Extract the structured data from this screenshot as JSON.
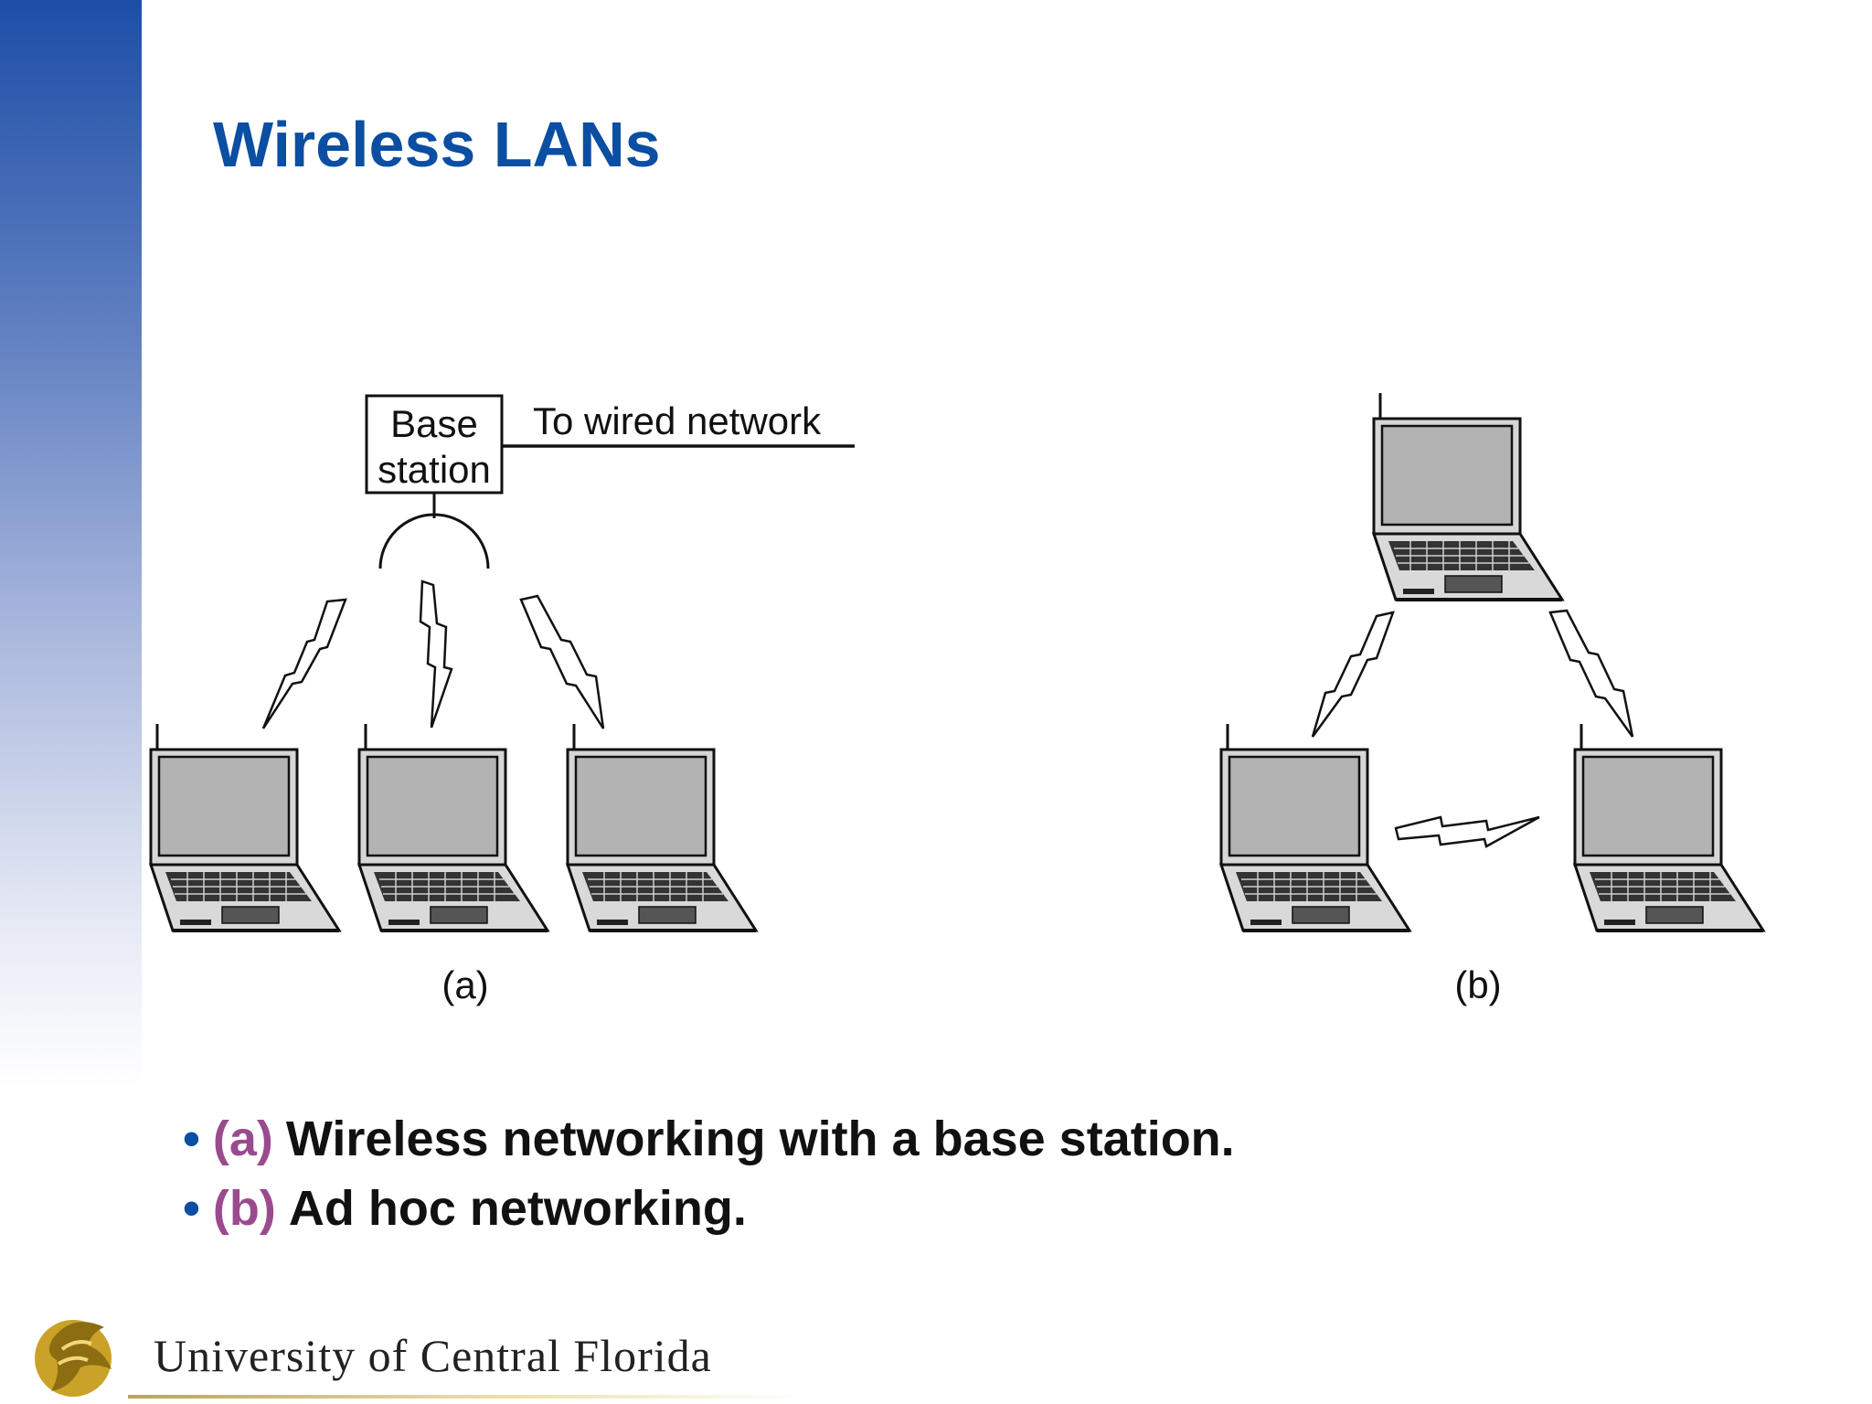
{
  "slide": {
    "title": "Wireless LANs"
  },
  "diagram": {
    "base_station_line1": "Base",
    "base_station_line2": "station",
    "wired_label": "To wired network",
    "caption_a": "(a)",
    "caption_b": "(b)"
  },
  "bullets": [
    {
      "tag": "(a)",
      "text": "Wireless networking with a base station."
    },
    {
      "tag": "(b)",
      "text": "Ad hoc networking."
    }
  ],
  "footer": {
    "institution": "University of Central Florida"
  },
  "colors": {
    "title": "#0b4ea2",
    "bullet_tag": "#9a4b8e",
    "sidebar": "#1d4ea8"
  }
}
